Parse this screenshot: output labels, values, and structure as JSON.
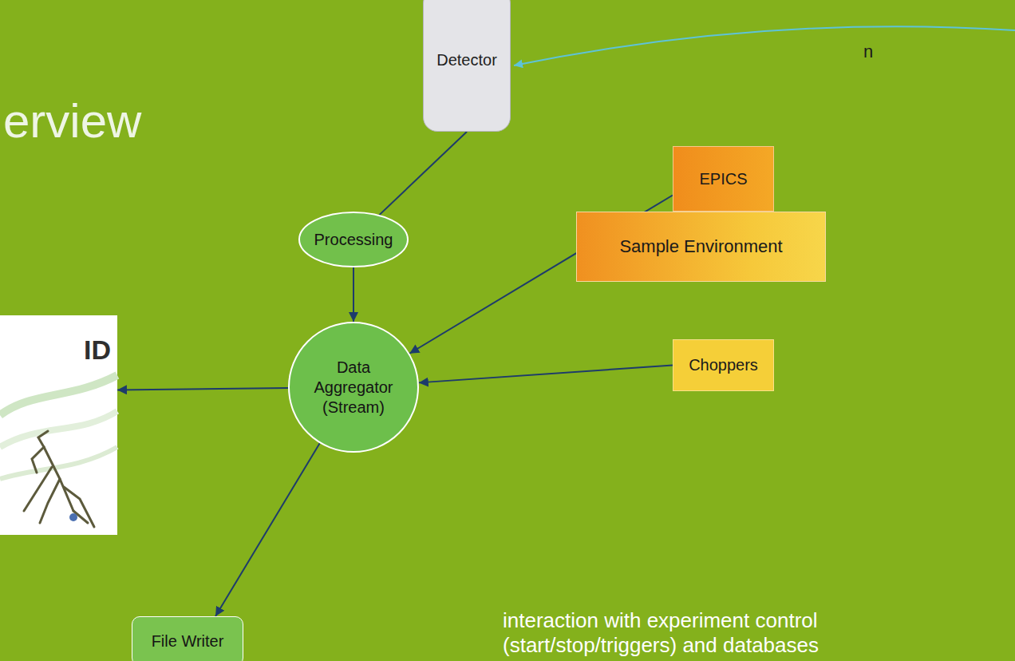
{
  "diagram": {
    "title": "erview",
    "nodes": [
      {
        "text": [
          "Detector"
        ]
      },
      {
        "text": [
          "Processing"
        ]
      },
      {
        "text": [
          "EPICS"
        ]
      },
      {
        "text": [
          "Sample Environment"
        ]
      },
      {
        "text": [
          "Choppers"
        ]
      },
      {
        "text": [
          "ID"
        ]
      },
      {
        "text": [
          "Data Aggregator (Stream)"
        ]
      },
      {
        "text": [
          "File Writer"
        ]
      }
    ],
    "edges": [
      {
        "from": 0,
        "to": 1,
        "arrow": "none"
      },
      {
        "from": 1,
        "to": 6,
        "arrow": "to"
      },
      {
        "from": 2,
        "to": 6,
        "arrow": "to"
      },
      {
        "from": 4,
        "to": 6,
        "arrow": "to"
      },
      {
        "from": 6,
        "to": 5,
        "arrow": "to"
      },
      {
        "from": 6,
        "to": 7,
        "arrow": "to"
      }
    ],
    "labels": [
      "n",
      "interaction with experiment control (start/stop/triggers) and databases"
    ]
  }
}
